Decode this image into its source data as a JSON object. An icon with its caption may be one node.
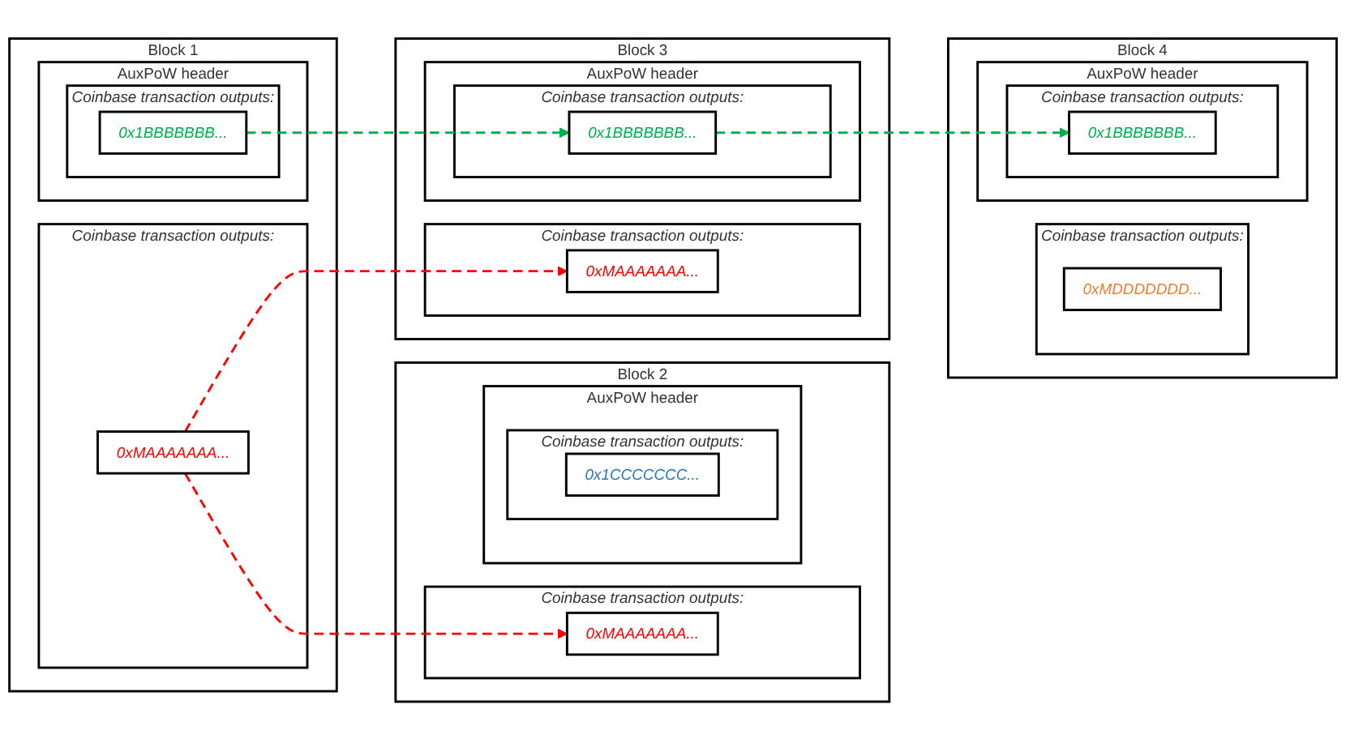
{
  "diagram": {
    "nodes": [
      {
        "text": [
          "Block 1"
        ]
      },
      {
        "text": [
          "Coinbase transaction outputs:"
        ],
        "in": 0
      },
      {
        "text": [
          "0xMAAAAAAA..."
        ],
        "in": 1
      },
      {
        "text": [
          "AuxPoW header"
        ],
        "in": 0
      },
      {
        "text": [
          "Coinbase transaction outputs:"
        ],
        "in": 3
      },
      {
        "text": [
          "0x1BBBBBBB..."
        ],
        "in": 4
      },
      {
        "text": [
          "Block 2"
        ]
      },
      {
        "text": [
          "Coinbase transaction outputs:"
        ],
        "in": 6
      },
      {
        "text": [
          "0xMAAAAAAA..."
        ],
        "in": 7
      },
      {
        "text": [
          "AuxPoW header"
        ],
        "in": 6
      },
      {
        "text": [
          "Coinbase transaction outputs:"
        ],
        "in": 9
      },
      {
        "text": [
          "0x1CCCCCCC..."
        ],
        "in": 10
      },
      {
        "text": [
          "Block 3"
        ]
      },
      {
        "text": [
          "Coinbase transaction outputs:"
        ],
        "in": 12
      },
      {
        "text": [
          "0xMAAAAAAA..."
        ],
        "in": 13
      },
      {
        "text": [
          "AuxPoW header"
        ],
        "in": 12
      },
      {
        "text": [
          "Coinbase transaction outputs:"
        ],
        "in": 15
      },
      {
        "text": [
          "0x1BBBBBBB..."
        ],
        "in": 16
      },
      {
        "text": [
          "Block 4"
        ]
      },
      {
        "text": [
          "Coinbase transaction outputs:"
        ],
        "in": 18
      },
      {
        "text": [
          "0xMDDDDDDD..."
        ],
        "in": 19
      },
      {
        "text": [
          "AuxPoW header"
        ],
        "in": 18
      },
      {
        "text": [
          "Coinbase transaction outputs:"
        ],
        "in": 21
      },
      {
        "text": [
          "0x1BBBBBBB..."
        ],
        "in": 22
      }
    ],
    "edges": [
      {
        "from": 2,
        "to": 8,
        "arrow": "to",
        "style": "dashed",
        "color": "#ff0000"
      },
      {
        "from": 2,
        "to": 14,
        "arrow": "to",
        "style": "dashed",
        "color": "#ff0000"
      },
      {
        "from": 5,
        "to": 17,
        "arrow": "to",
        "style": "dashed",
        "color": "#00b050"
      },
      {
        "from": 17,
        "to": 23,
        "arrow": "to",
        "style": "dashed",
        "color": "#00b050"
      }
    ]
  }
}
